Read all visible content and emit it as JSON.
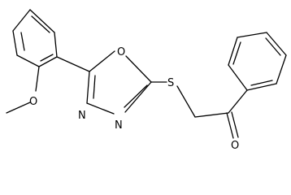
{
  "molecule": {
    "atoms": {
      "ether_oxygen": "O",
      "methyl": "",
      "ring_oxygen": "O",
      "nitrogen_left": "N",
      "nitrogen_right": "N",
      "sulfur": "S",
      "carbonyl_oxygen": "O"
    }
  }
}
